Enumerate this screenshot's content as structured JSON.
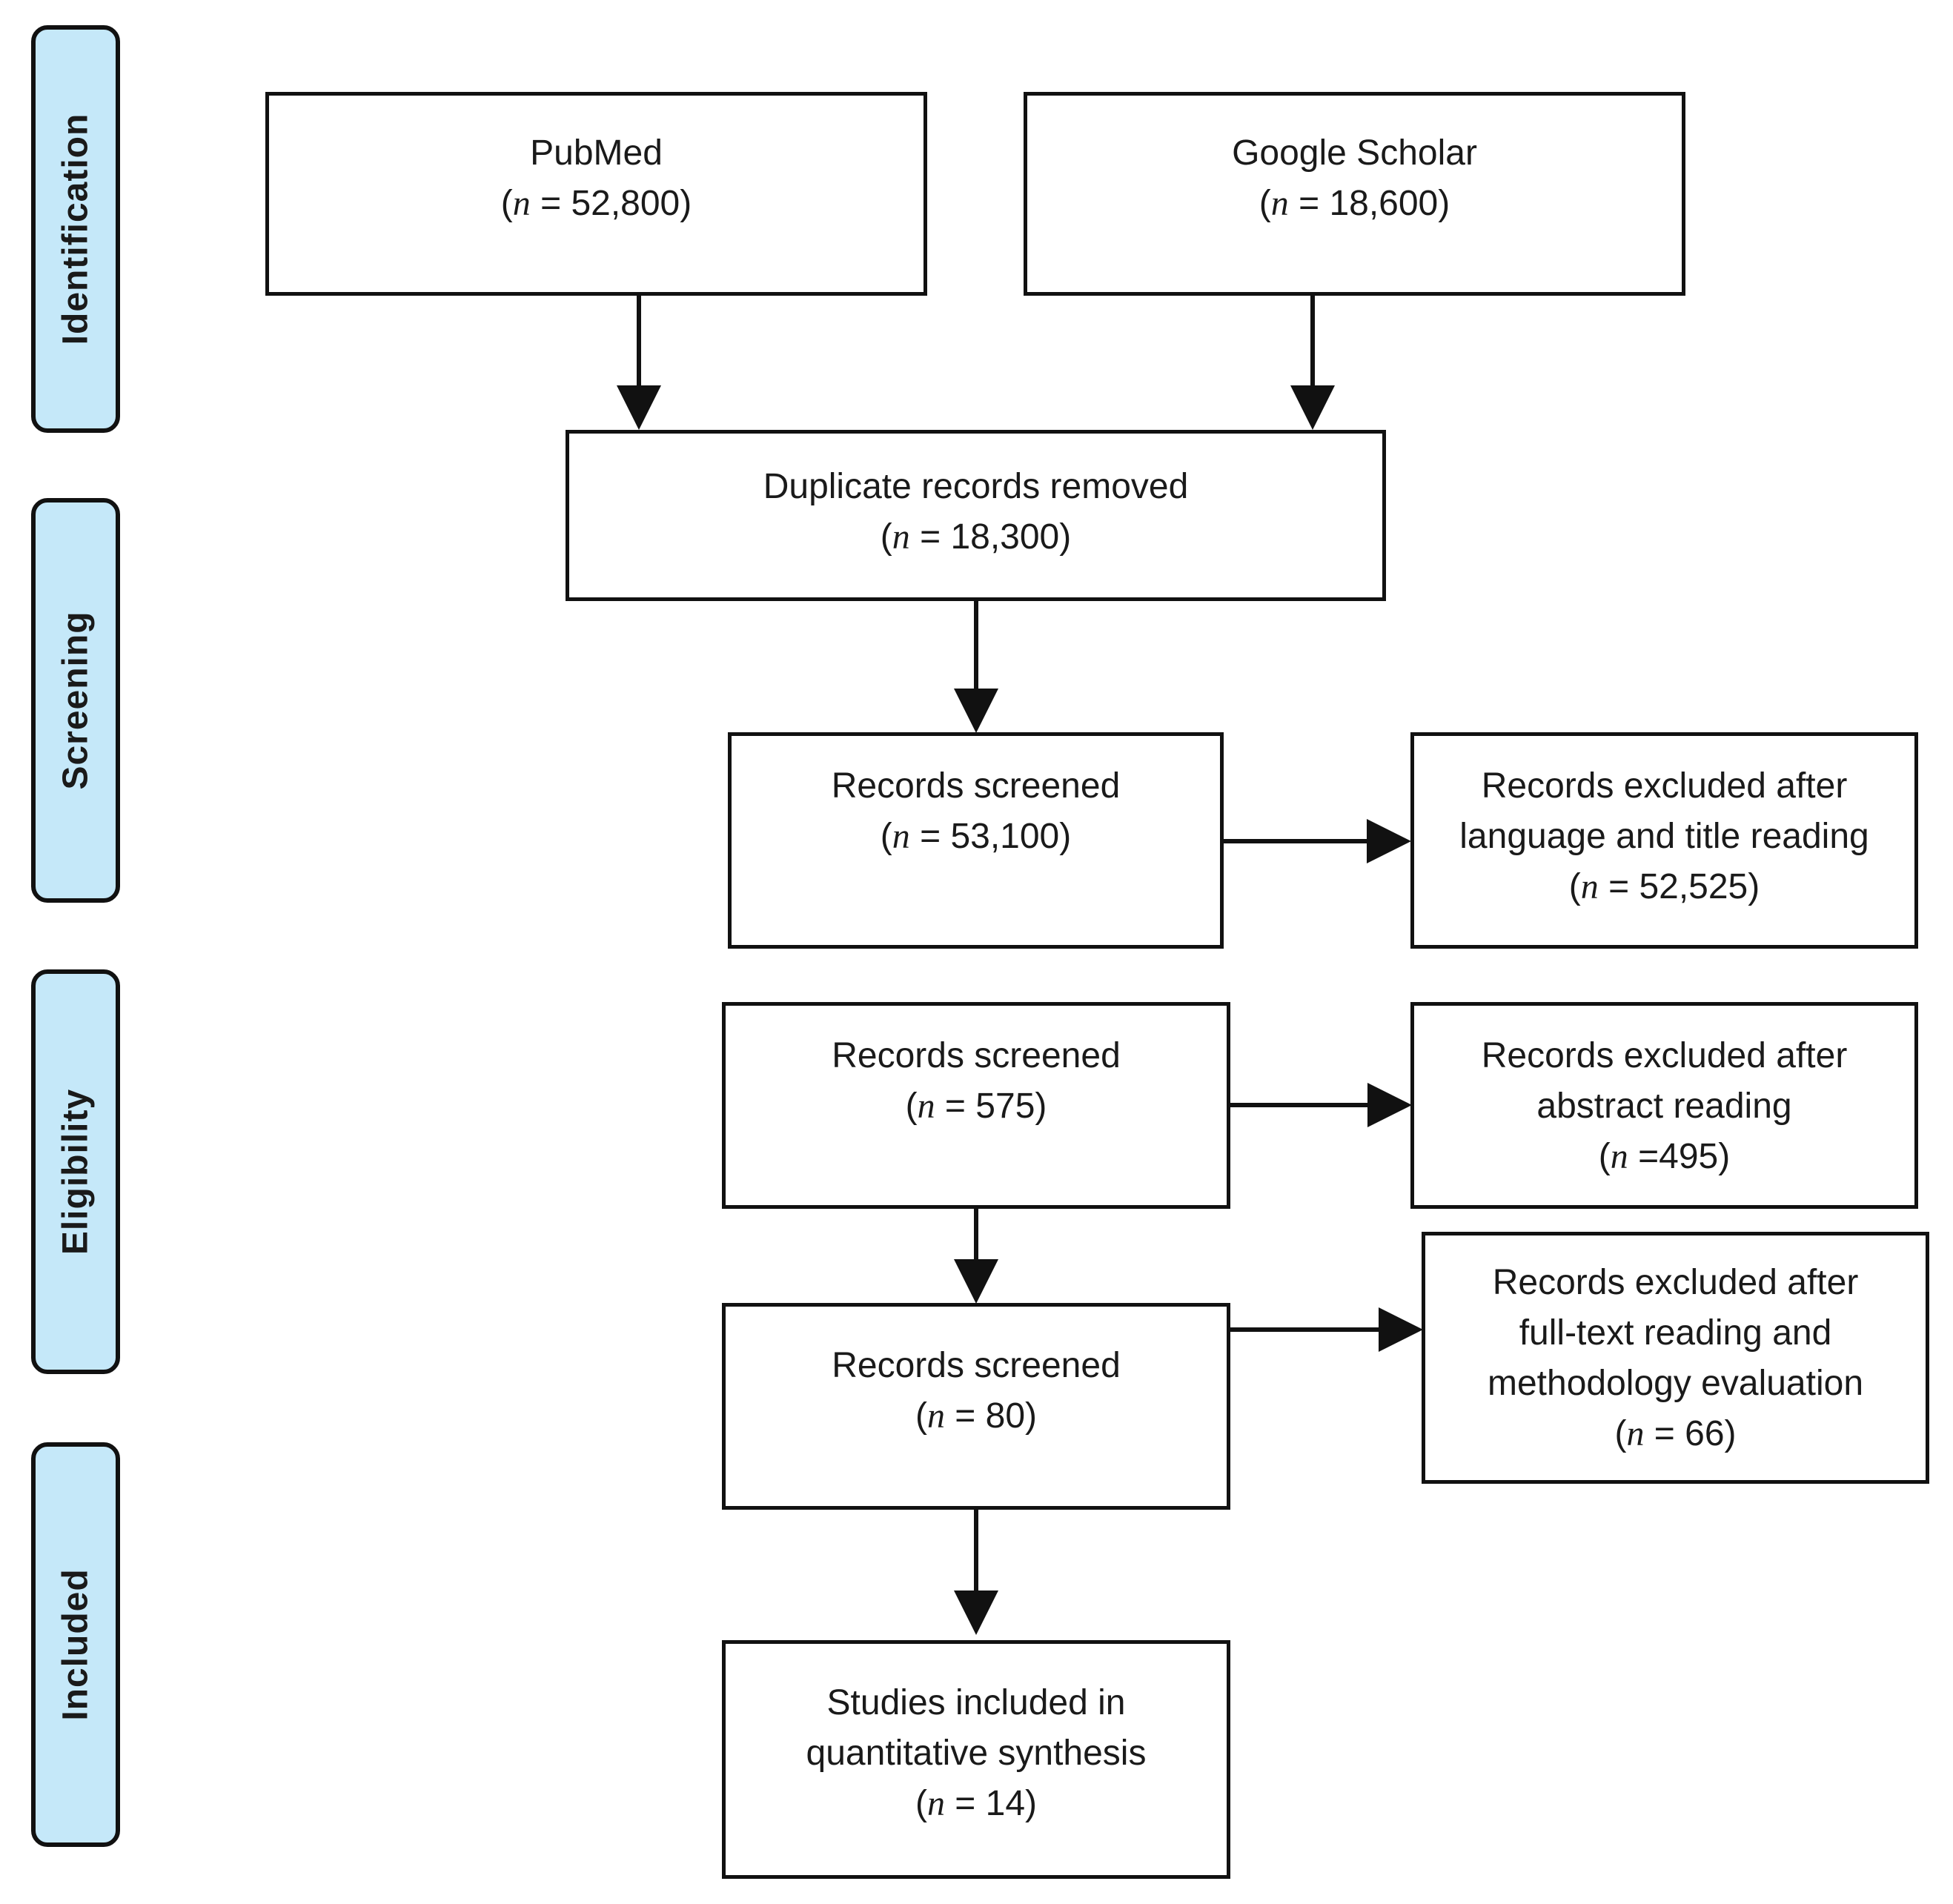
{
  "phases": {
    "identification": "Identification",
    "screening": "Screening",
    "eligibility": "Eligibility",
    "included": "Included"
  },
  "n_symbol": "n",
  "boxes": {
    "pubmed": {
      "lines": [
        "PubMed"
      ],
      "count_open": "(",
      "count_rest": " = 52,800)"
    },
    "google_scholar": {
      "lines": [
        "Google Scholar"
      ],
      "count_open": "(",
      "count_rest": " = 18,600)"
    },
    "duplicates_removed": {
      "lines": [
        "Duplicate records removed"
      ],
      "count_open": "(",
      "count_rest": " = 18,300)"
    },
    "records_screened_1": {
      "lines": [
        "Records screened"
      ],
      "count_open": "(",
      "count_rest": " = 53,100)"
    },
    "excluded_title": {
      "lines": [
        "Records excluded after",
        "language and title reading"
      ],
      "count_open": "(",
      "count_rest": " = 52,525)"
    },
    "records_screened_2": {
      "lines": [
        "Records screened"
      ],
      "count_open": "(",
      "count_rest": " = 575)"
    },
    "excluded_abstract": {
      "lines": [
        "Records excluded after",
        "abstract reading"
      ],
      "count_open": "(",
      "count_rest": " =495)"
    },
    "records_screened_3": {
      "lines": [
        "Records screened"
      ],
      "count_open": "(",
      "count_rest": " = 80)"
    },
    "excluded_fulltext": {
      "lines": [
        "Records excluded after",
        "full-text reading and",
        "methodology evaluation"
      ],
      "count_open": "(",
      "count_rest": " = 66)"
    },
    "included_studies": {
      "lines": [
        "Studies included in",
        "quantitative synthesis"
      ],
      "count_open": "(",
      "count_rest": " = 14)"
    }
  }
}
